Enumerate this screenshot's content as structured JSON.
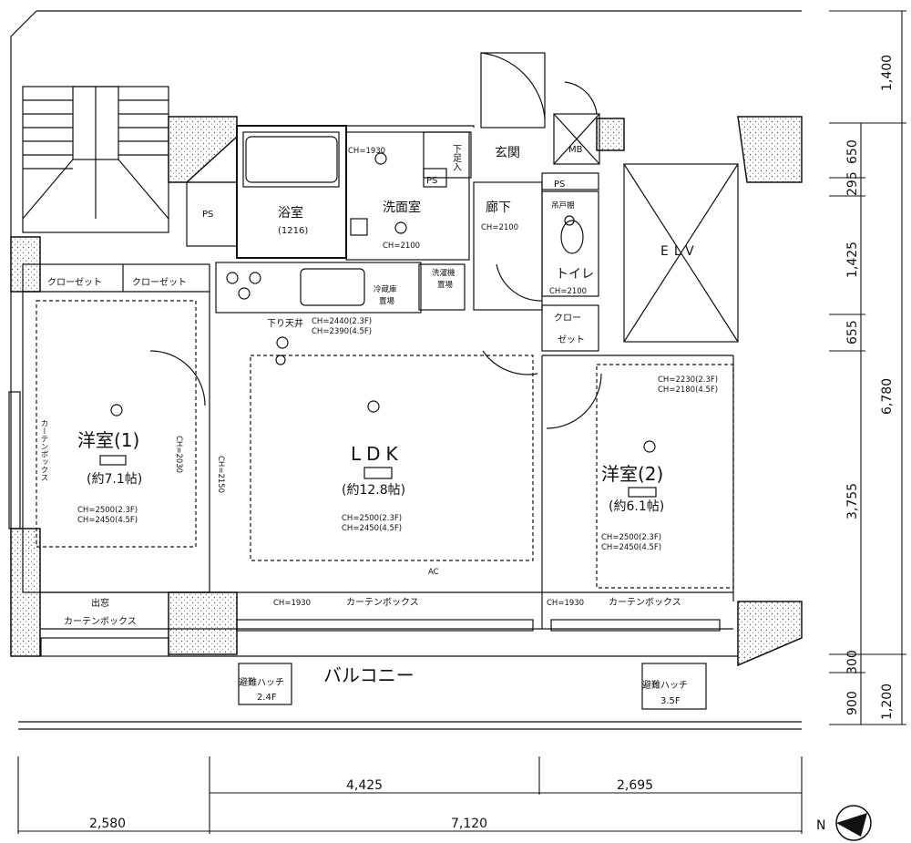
{
  "rooms": {
    "washroom": "洗面室",
    "bath": "浴室",
    "bath_size": "(1216)",
    "entrance": "玄関",
    "shoe_box": "下足入",
    "hallway": "廊下",
    "toilet": "トイレ",
    "ldk": "LDK",
    "ldk_size": "(約12.8帖)",
    "western1": "洋室(1)",
    "western1_size": "(約7.1帖)",
    "western2": "洋室(2)",
    "western2_size": "(約6.1帖)",
    "balcony": "バルコニー",
    "elevator": "ELV",
    "mb": "MB",
    "ps1": "PS",
    "ps2": "PS",
    "ps3": "PS",
    "closet1": "クローゼット",
    "closet2": "クローゼット",
    "closet3_a": "クロー",
    "closet3_b": "ゼット",
    "bay": "出窓",
    "curtain_box_1": "カーテンボックス",
    "curtain_box_2": "カーテンボックス",
    "curtain_box_3": "カーテンボックス",
    "curtain_box_v": "カーテンボックス",
    "fridge_a": "冷蔵庫",
    "fridge_b": "置場",
    "washer_a": "洗濯機",
    "washer_b": "置場",
    "storage": "吊戸棚",
    "lowered_ceiling": "下り天井",
    "ac": "AC",
    "hatch1_a": "避難ハッチ",
    "hatch1_b": "2.4F",
    "hatch2_a": "避難ハッチ",
    "hatch2_b": "3.5F"
  },
  "ceiling_heights": {
    "bath": "CH=1930",
    "washroom": "CH=2100",
    "hallway": "CH=2100",
    "toilet": "CH=2100",
    "kitchen_a": "CH=2440(2.3F)",
    "kitchen_b": "CH=2390(4.5F)",
    "ldk_a": "CH=2500(2.3F)",
    "ldk_b": "CH=2450(4.5F)",
    "ldk_side": "CH=2150",
    "w1_side": "CH=2030",
    "w1_a": "CH=2500(2.3F)",
    "w1_b": "CH=2450(4.5F)",
    "w2_top_a": "CH=2230(2.3F)",
    "w2_top_b": "CH=2180(4.5F)",
    "w2_a": "CH=2500(2.3F)",
    "w2_b": "CH=2450(4.5F)",
    "curtain_ldk": "CH=1930",
    "curtain_w2": "CH=1930"
  },
  "dimensions": {
    "right_outer": [
      "1,400",
      "1,200"
    ],
    "right_outer_total": "6,780",
    "right_inner": [
      "650",
      "295",
      "1,425",
      "655",
      "3,755",
      "300",
      "900"
    ],
    "bottom_top": [
      "4,425",
      "2,695"
    ],
    "bottom_bottom": [
      "2,580",
      "7,120"
    ]
  },
  "compass": {
    "north": "N"
  }
}
